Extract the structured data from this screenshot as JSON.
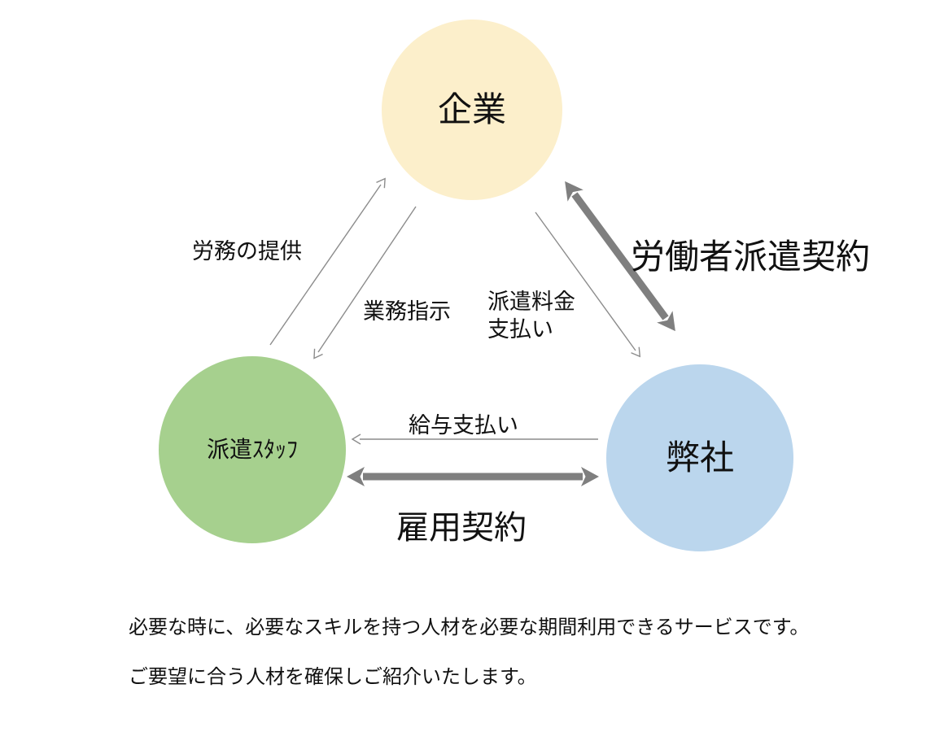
{
  "diagram": {
    "nodes": {
      "company": {
        "label": "企業",
        "color": "#FCEFCB"
      },
      "staff": {
        "label": "派遣ｽﾀｯﾌ",
        "color": "#A6D08E"
      },
      "our_company": {
        "label": "弊社",
        "color": "#BBD6ED"
      }
    },
    "edges": {
      "labor_provision": {
        "label": "労務の提供"
      },
      "work_instruction": {
        "label": "業務指示"
      },
      "dispatch_fee": {
        "label": "派遣料金\n支払い"
      },
      "worker_dispatch_contract": {
        "label": "労働者派遣契約"
      },
      "salary_payment": {
        "label": "給与支払い"
      },
      "employment_contract": {
        "label": "雇用契約"
      }
    },
    "arrow_colors": {
      "thin": "#8C8C8C",
      "thick": "#7F7F7F"
    }
  },
  "description": {
    "line1": "必要な時に、必要なスキルを持つ人材を必要な期間利用できるサービスです。",
    "line2": "ご要望に合う人材を確保しご紹介いたします。"
  }
}
